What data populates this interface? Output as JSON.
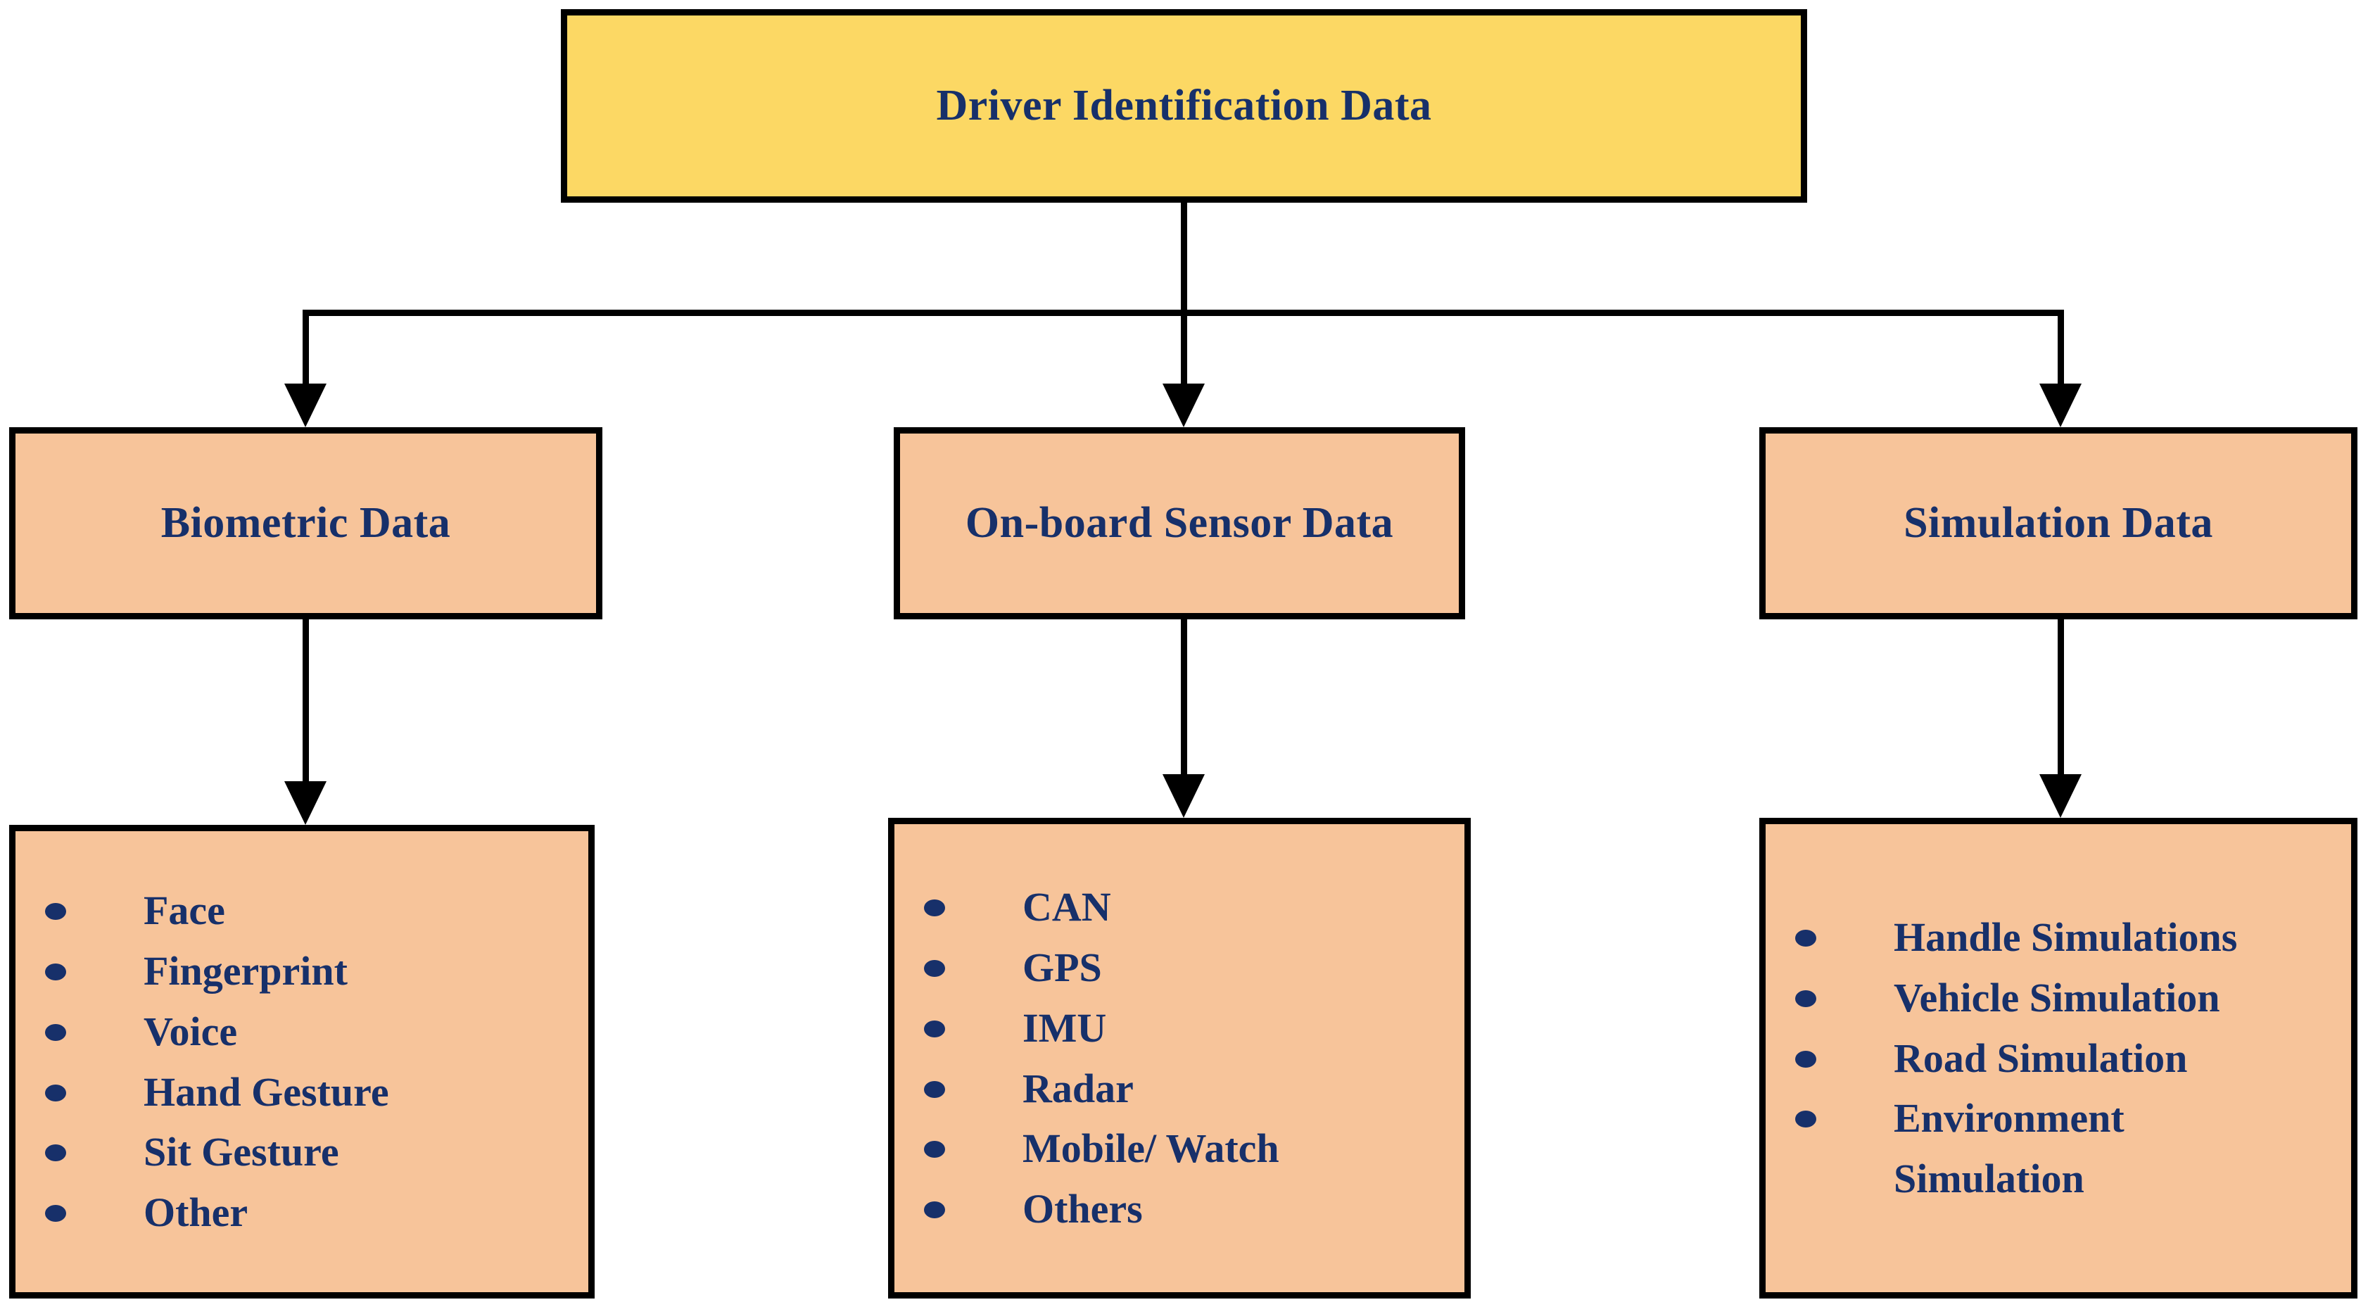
{
  "diagram": {
    "title": "Driver Identification Data",
    "type": "hierarchy-tree",
    "colors": {
      "root_fill": "#FCD864",
      "node_fill": "#F7C49A",
      "text": "#17306A",
      "border": "#000000",
      "background": "#FFFFFF"
    },
    "root": {
      "label": "Driver Identification Data"
    },
    "branches": [
      {
        "label": "Biometric Data",
        "items": [
          "Face",
          "Fingerprint",
          "Voice",
          "Hand Gesture",
          "Sit Gesture",
          "Other"
        ]
      },
      {
        "label": "On-board Sensor Data",
        "items": [
          "CAN",
          "GPS",
          "IMU",
          "Radar",
          "Mobile/ Watch",
          "Others"
        ]
      },
      {
        "label": "Simulation Data",
        "items": [
          "Handle Simulations",
          "Vehicle Simulation",
          "Road Simulation",
          "Environment\nSimulation"
        ]
      }
    ]
  }
}
